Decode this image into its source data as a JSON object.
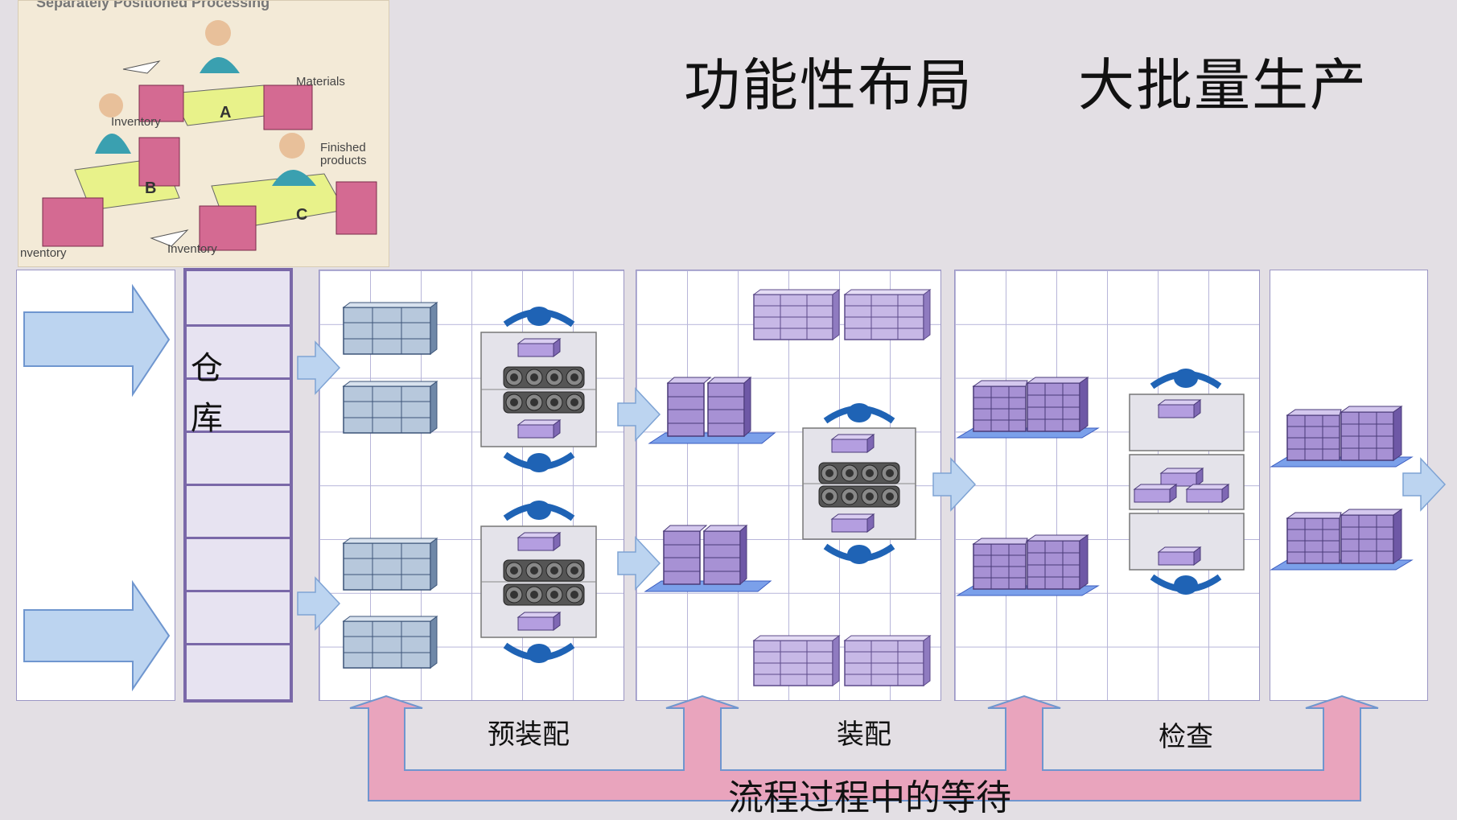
{
  "heading": {
    "left": "功能性布局",
    "right": "大批量生产"
  },
  "illustration": {
    "caption": "Separately Positioned Processing",
    "labels": {
      "materials": "Materials",
      "inventory_1": "Inventory",
      "finished_products": "Finished products",
      "inventory_2": "Inventory",
      "inventory_3": "nventory"
    },
    "stations": [
      "A",
      "B",
      "C"
    ]
  },
  "warehouse": {
    "label_1": "仓",
    "label_2": "库"
  },
  "stages": {
    "pre_assembly": "预装配",
    "assembly": "装配",
    "inspection": "检查"
  },
  "footer": "流程过程中的等待",
  "colors": {
    "background": "#e3dfe4",
    "flow_arrow": "#bcd4f0",
    "wait_arrow": "#e9a4bd",
    "purple_box": "#b9a6dc",
    "blue_box": "#b7c8dc",
    "operator": "#1f63b5"
  }
}
